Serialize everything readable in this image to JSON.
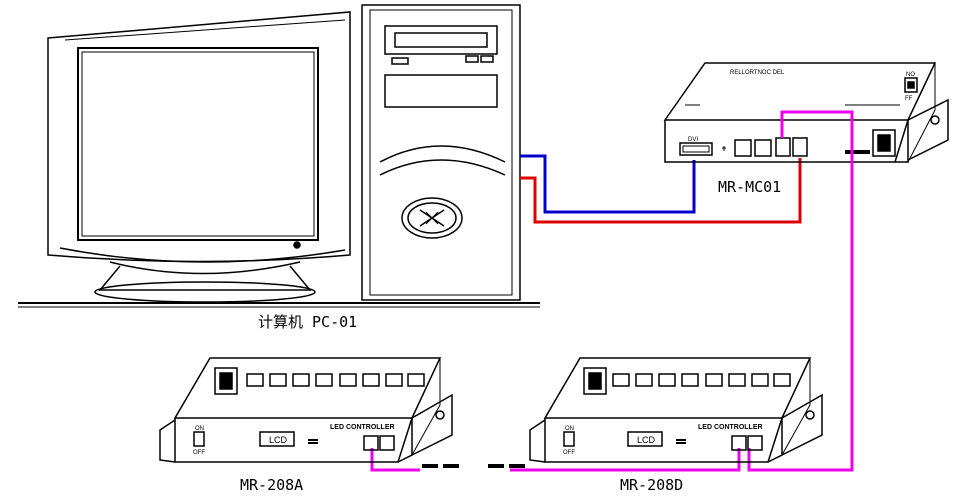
{
  "labels": {
    "pc": "计算机 PC-01",
    "main_controller": "MR-MC01",
    "controller_a": "MR-208A",
    "controller_d": "MR-208D"
  },
  "main_controller_panel": {
    "top_text": "RELLORTNOC DEL",
    "dvi_label": "DVI",
    "switch_top": "NO",
    "switch_bottom": "FF"
  },
  "sub_controller_panel": {
    "title": "LED CONTROLLER",
    "lcd": "LCD",
    "switch_on": "ON",
    "switch_off": "OFF"
  },
  "colors": {
    "dvi_cable": "#0000cc",
    "usb_cable": "#dd0000",
    "network_cable": "#ee00ee",
    "outline": "#000000"
  }
}
